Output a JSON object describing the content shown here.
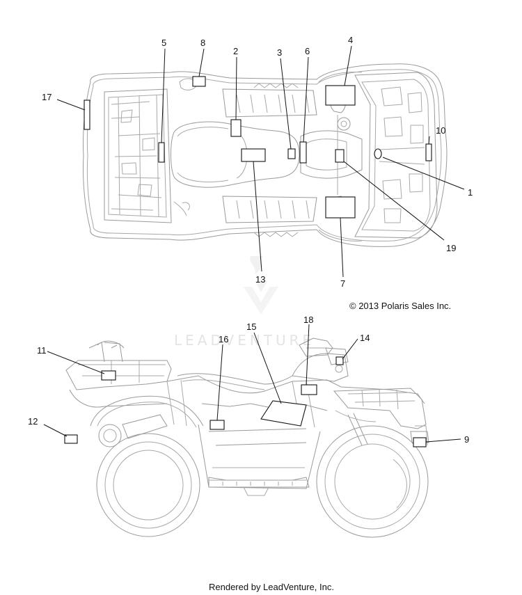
{
  "callouts": {
    "c1": "1",
    "c2": "2",
    "c3": "3",
    "c4": "4",
    "c5": "5",
    "c6": "6",
    "c7": "7",
    "c8": "8",
    "c9": "9",
    "c10": "10",
    "c11": "11",
    "c12": "12",
    "c13": "13",
    "c14": "14",
    "c15": "15",
    "c16": "16",
    "c17": "17",
    "c18": "18",
    "c19": "19"
  },
  "copyright": "© 2013 Polaris Sales Inc.",
  "watermark": "LEADVENTURE",
  "rendered_by": "Rendered by LeadVenture, Inc.",
  "colors": {
    "outline": "#9a9a9a",
    "ink": "#111111",
    "watermark": "#e4e4e4"
  }
}
